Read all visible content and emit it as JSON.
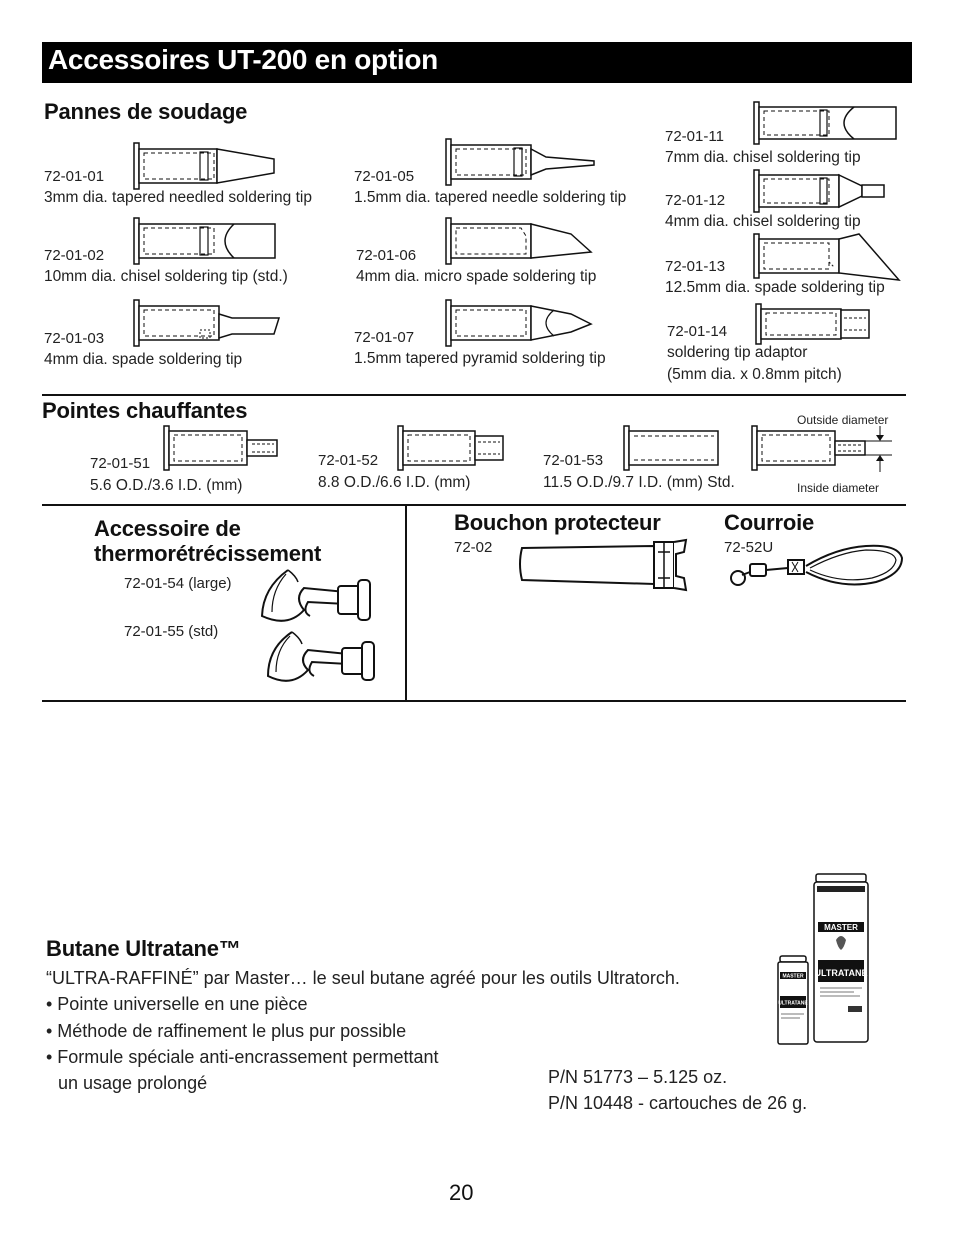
{
  "title": "Accessoires UT-200 en option",
  "sections": {
    "tips": {
      "heading": "Pannes de soudage",
      "items": [
        {
          "code": "72-01-01",
          "desc": "3mm dia. tapered needled soldering tip"
        },
        {
          "code": "72-01-02",
          "desc": "10mm dia. chisel soldering tip (std.)"
        },
        {
          "code": "72-01-03",
          "desc": "4mm dia. spade soldering tip"
        },
        {
          "code": "72-01-05",
          "desc": "1.5mm dia. tapered needle soldering tip"
        },
        {
          "code": "72-01-06",
          "desc": "4mm dia. micro spade soldering tip"
        },
        {
          "code": "72-01-07",
          "desc": "1.5mm tapered pyramid soldering tip"
        },
        {
          "code": "72-01-11",
          "desc": "7mm dia. chisel soldering tip"
        },
        {
          "code": "72-01-12",
          "desc": "4mm dia. chisel soldering tip"
        },
        {
          "code": "72-01-13",
          "desc": "12.5mm dia. spade soldering tip"
        },
        {
          "code": "72-01-14",
          "desc": "soldering tip adaptor",
          "desc2": "(5mm dia. x 0.8mm pitch)"
        }
      ]
    },
    "heaters": {
      "heading": "Pointes chauffantes",
      "items": [
        {
          "code": "72-01-51",
          "desc": "5.6 O.D./3.6 I.D. (mm)"
        },
        {
          "code": "72-01-52",
          "desc": "8.8 O.D./6.6 I.D. (mm)"
        },
        {
          "code": "72-01-53",
          "desc": "11.5 O.D./9.7 I.D. (mm) Std."
        }
      ],
      "outside_label": "Outside diameter",
      "inside_label": "Inside diameter"
    },
    "shrink": {
      "heading_line1": "Accessoire de",
      "heading_line2": "thermorétrécissement",
      "items": [
        "72-01-54 (large)",
        "72-01-55 (std)"
      ]
    },
    "cap": {
      "heading": "Bouchon protecteur",
      "code": "72-02"
    },
    "strap": {
      "heading": "Courroie",
      "code": "72-52U"
    },
    "butane": {
      "heading": "Butane Ultratane™",
      "intro": "“ULTRA-RAFFINÉ” par Master… le seul butane agréé pour les outils Ultratorch.",
      "bullets": [
        "• Pointe universelle en une pièce",
        "• Méthode de raffinement le plus pur possible",
        "• Formule spéciale anti-encrassement permettant"
      ],
      "bullet_cont": "un usage prolongé",
      "pn1": "P/N 51773 – 5.125 oz.",
      "pn2": "P/N 10448 - cartouches de 26 g.",
      "can_brand": "MASTER",
      "can_product": "ULTRATANE"
    }
  },
  "page_number": "20"
}
